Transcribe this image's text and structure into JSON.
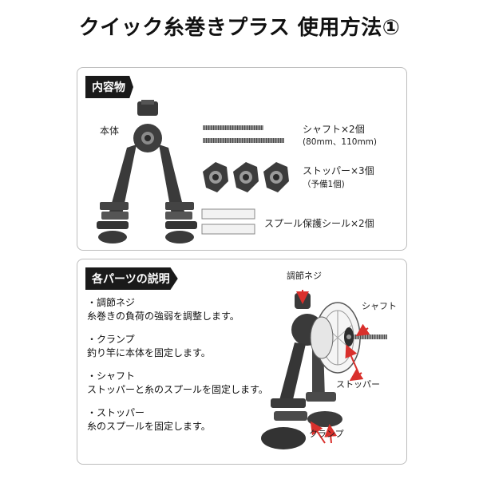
{
  "title": "クイック糸巻きプラス 使用方法①",
  "contents": {
    "tag": "内容物",
    "body_label": "本体",
    "shaft_label": "シャフト×2個",
    "shaft_sub": "(80mm、110mm)",
    "stopper_label": "ストッパー×3個",
    "stopper_sub": "（予備1個)",
    "seal_label": "スプール保護シール×2個"
  },
  "parts": {
    "tag": "各パーツの説明",
    "items": [
      {
        "heading": "・調節ネジ",
        "body": "糸巻きの負荷の強弱を調整します。"
      },
      {
        "heading": "・クランプ",
        "body": "釣り竿に本体を固定します。"
      },
      {
        "heading": "・シャフト",
        "body": "ストッパーと糸のスプールを固定します。"
      },
      {
        "heading": "・ストッパー",
        "body": "糸のスプールを固定します。"
      }
    ],
    "callouts": {
      "adjust_screw": "調節ネジ",
      "shaft": "シャフト",
      "stopper": "ストッパー",
      "clamp": "クランプ"
    }
  },
  "colors": {
    "arrow": "#d9302c",
    "part_dark": "#3a3a3a",
    "panel_border": "#bdbdbd"
  }
}
